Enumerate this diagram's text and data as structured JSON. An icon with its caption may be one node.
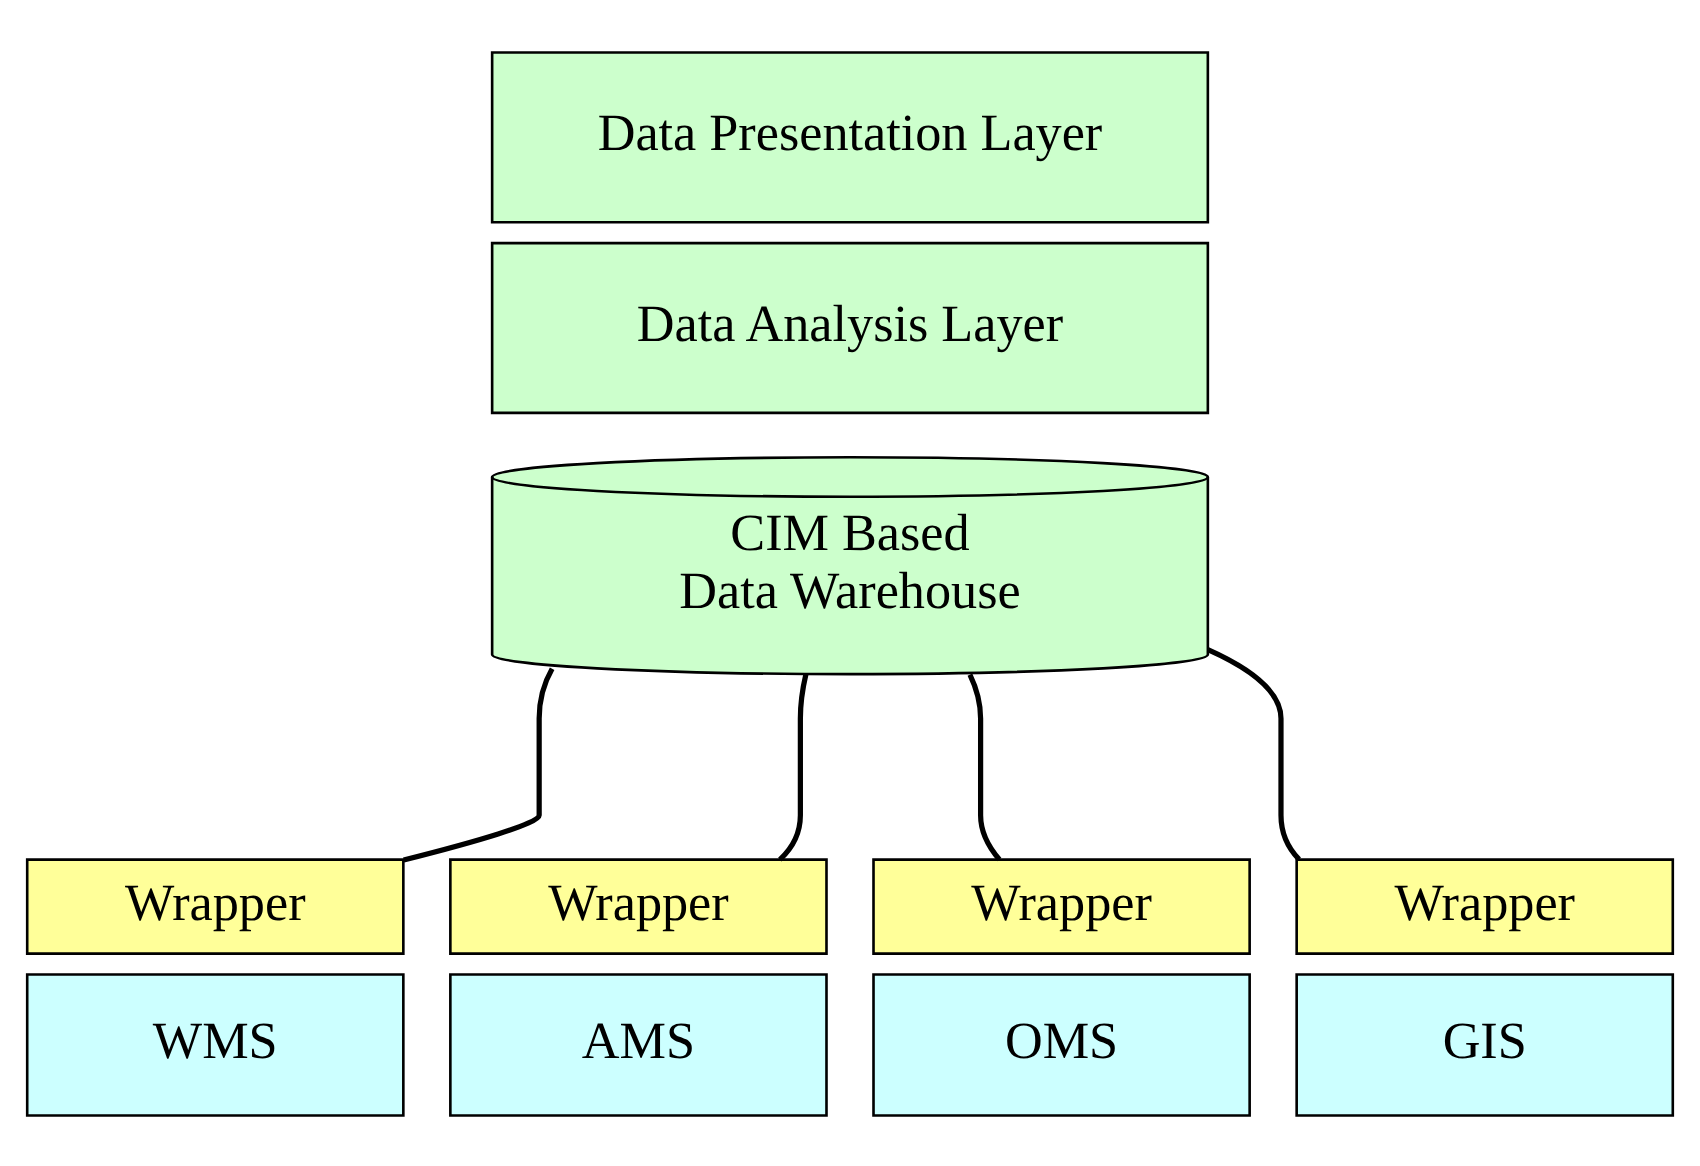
{
  "diagram": {
    "nodes": [
      {
        "text": [
          "Data Presentation Layer"
        ]
      },
      {
        "text": [
          "Data Analysis Layer"
        ]
      },
      {
        "text": [
          "CIM Based Data Warehouse"
        ]
      },
      {
        "text": [
          "Wrapper"
        ]
      },
      {
        "text": [
          "WMS"
        ]
      },
      {
        "text": [
          "Wrapper"
        ]
      },
      {
        "text": [
          "AMS"
        ]
      },
      {
        "text": [
          "Wrapper"
        ]
      },
      {
        "text": [
          "OMS"
        ]
      },
      {
        "text": [
          "Wrapper"
        ]
      },
      {
        "text": [
          "GIS"
        ]
      }
    ],
    "edges": [
      {
        "from": 2,
        "to": 3,
        "arrow": "none"
      },
      {
        "from": 2,
        "to": 5,
        "arrow": "none"
      },
      {
        "from": 2,
        "to": 7,
        "arrow": "none"
      },
      {
        "from": 2,
        "to": 9,
        "arrow": "none"
      }
    ]
  }
}
